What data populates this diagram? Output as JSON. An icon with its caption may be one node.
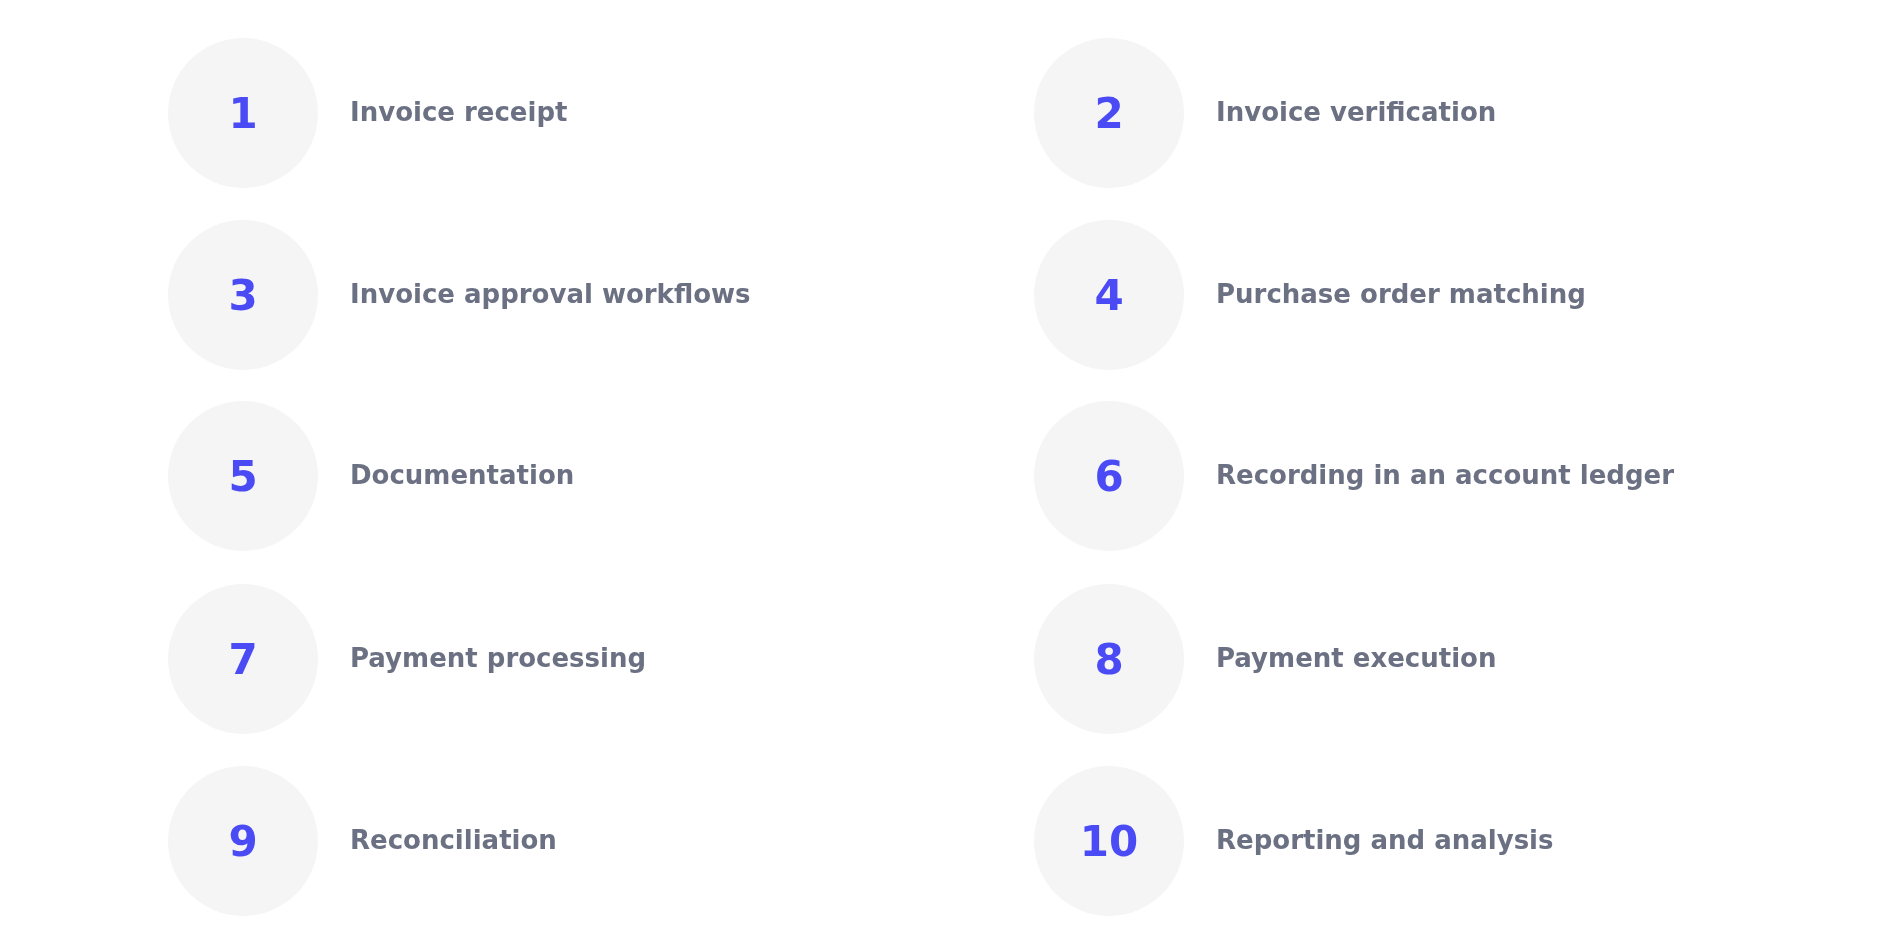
{
  "diagram": {
    "nodes": [
      {
        "text": [
          "1"
        ],
        "beside": [
          "Invoice receipt"
        ]
      },
      {
        "text": [
          "2"
        ],
        "beside": [
          "Invoice verification"
        ]
      },
      {
        "text": [
          "3"
        ],
        "beside": [
          "Invoice approval workflows"
        ]
      },
      {
        "text": [
          "4"
        ],
        "beside": [
          "Purchase order matching"
        ]
      },
      {
        "text": [
          "5"
        ],
        "beside": [
          "Documentation"
        ]
      },
      {
        "text": [
          "6"
        ],
        "beside": [
          "Recording in an account ledger"
        ]
      },
      {
        "text": [
          "7"
        ],
        "beside": [
          "Payment processing"
        ]
      },
      {
        "text": [
          "8"
        ],
        "beside": [
          "Payment execution"
        ]
      },
      {
        "text": [
          "9"
        ],
        "beside": [
          "Reconciliation"
        ]
      },
      {
        "text": [
          "10"
        ],
        "beside": [
          "Reporting and analysis"
        ]
      }
    ]
  }
}
